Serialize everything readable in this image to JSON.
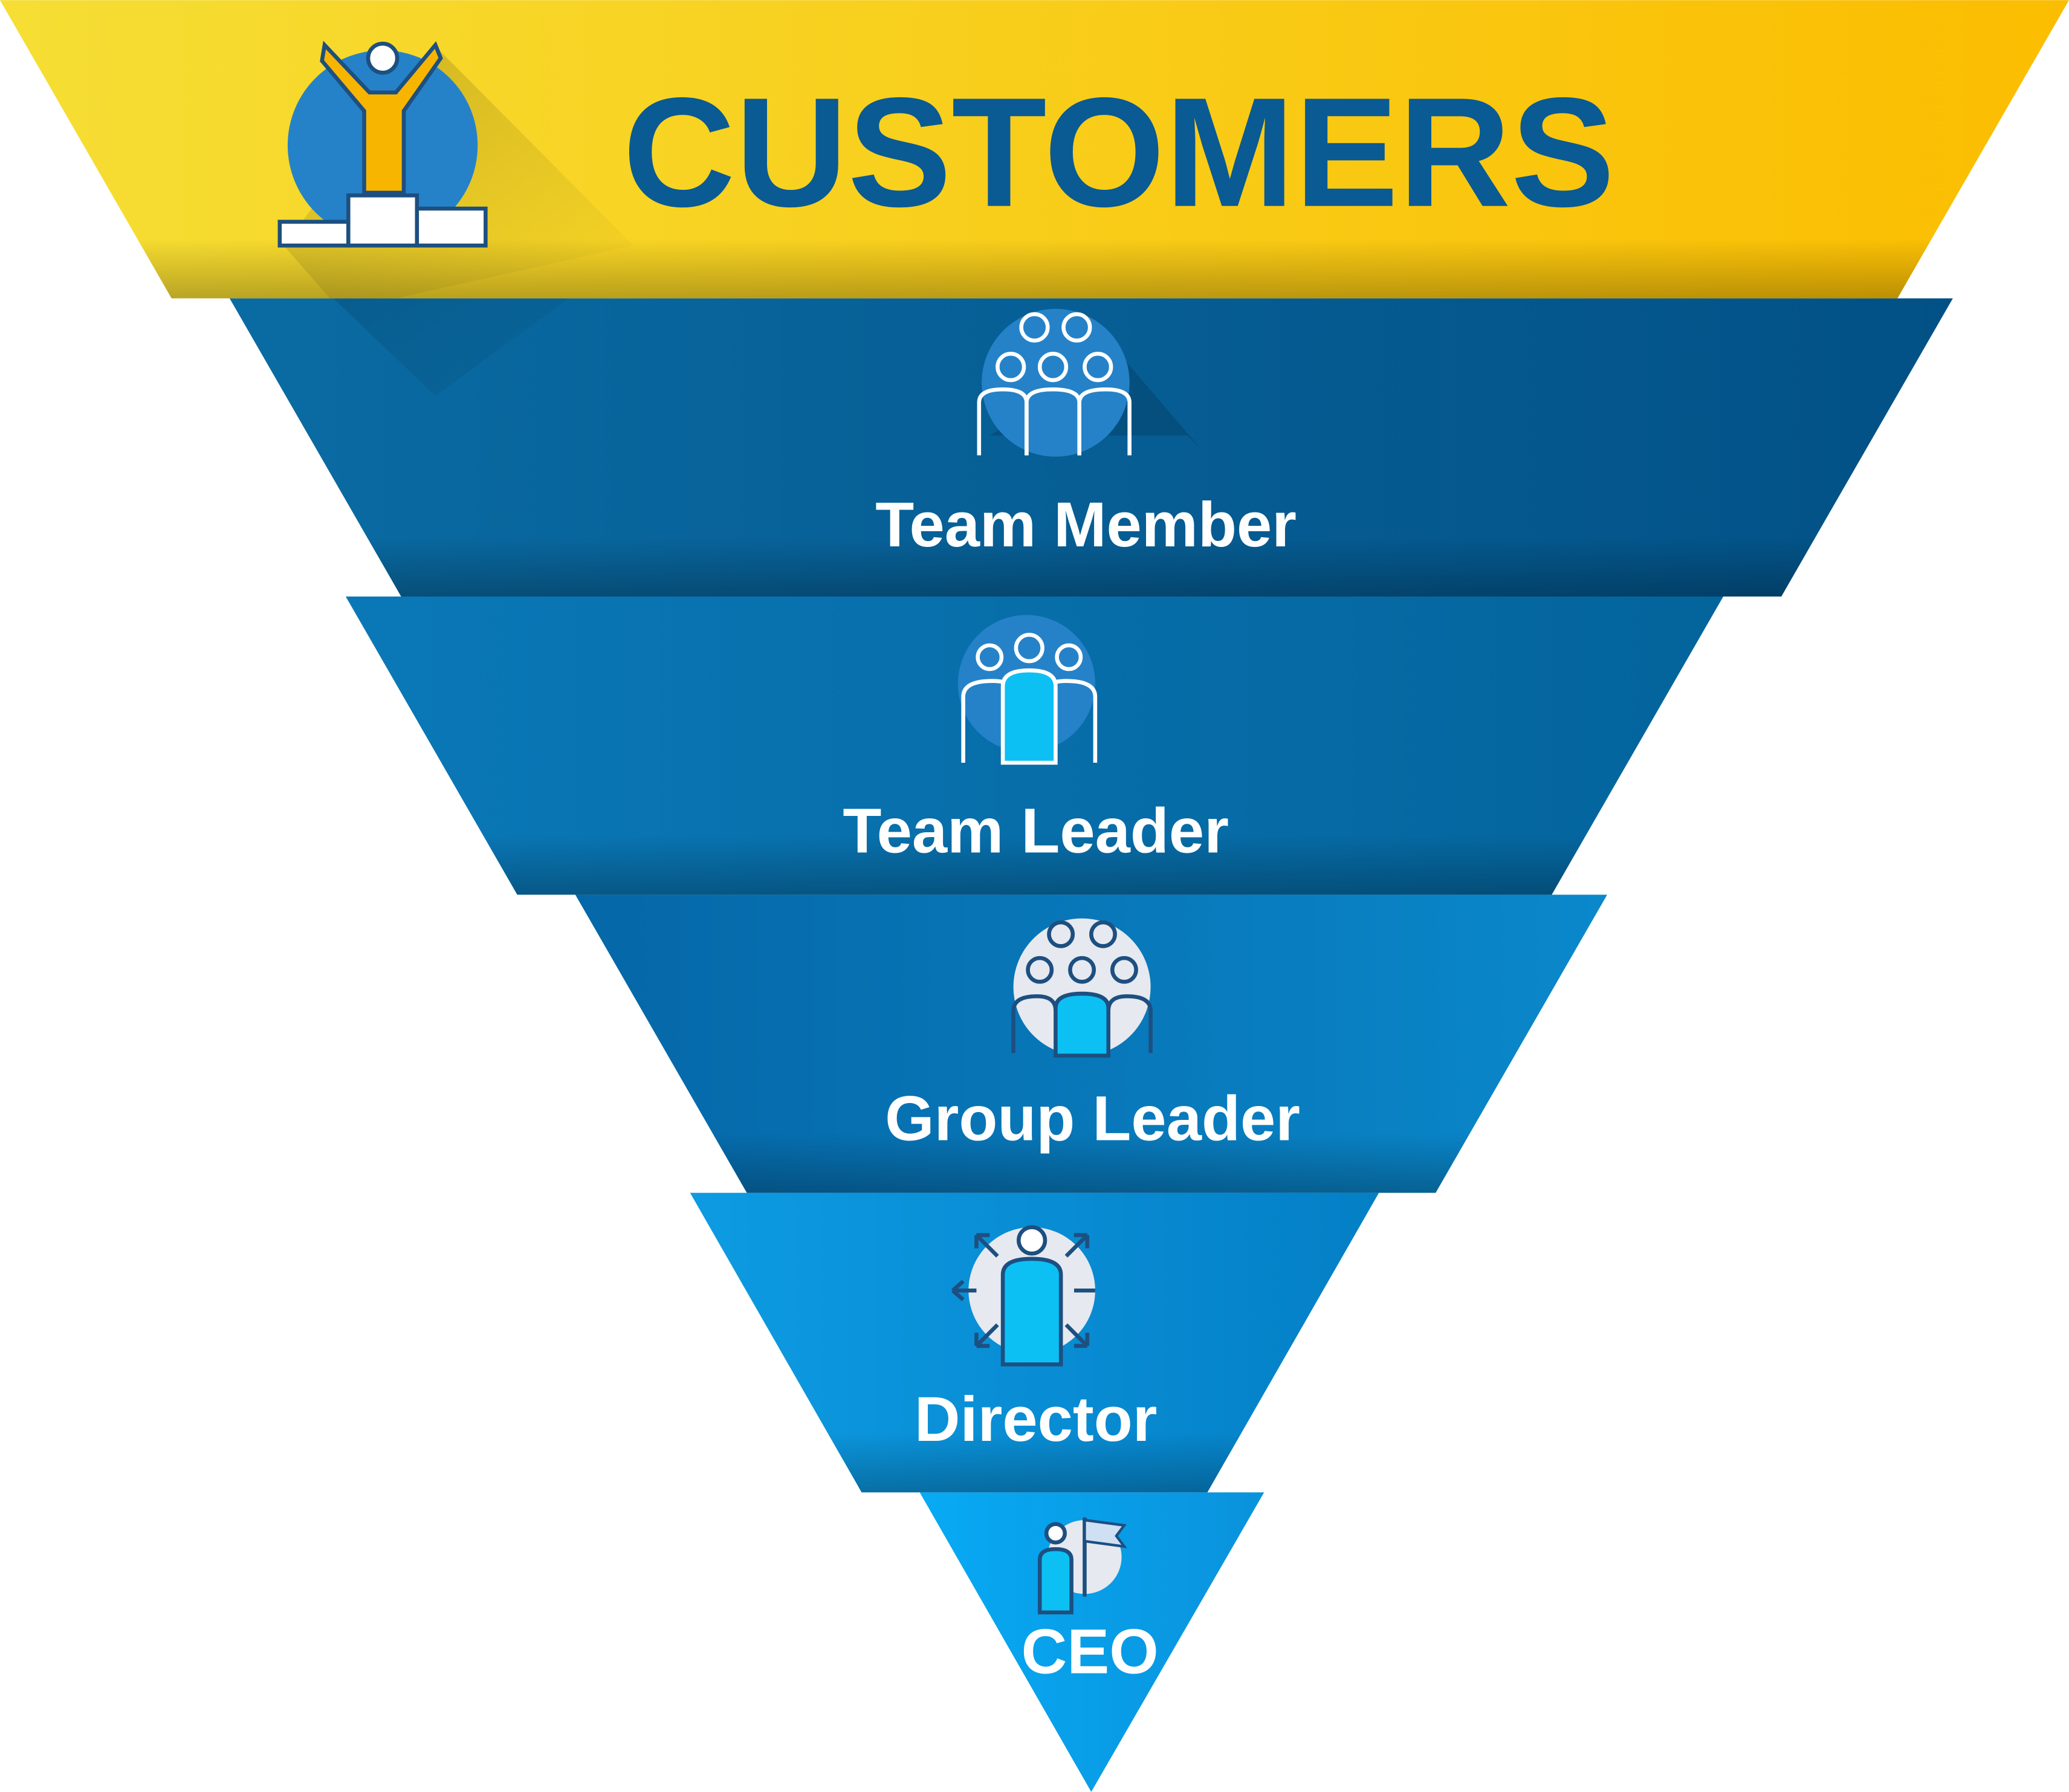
{
  "title": "CUSTOMERS",
  "levels": [
    {
      "label": "Team Member",
      "icon": "team-group-icon"
    },
    {
      "label": "Team Leader",
      "icon": "team-leader-icon"
    },
    {
      "label": "Group Leader",
      "icon": "group-leader-icon"
    },
    {
      "label": "Director",
      "icon": "director-icon"
    },
    {
      "label": "CEO",
      "icon": "ceo-flag-icon"
    }
  ],
  "colors": {
    "customers_band": "#f7d52c",
    "title_text": "#0a5a94",
    "team_member": "#04598f",
    "team_leader": "#066fab",
    "group_leader": "#0679ba",
    "director": "#0a8fd6",
    "ceo": "#0aa6ee"
  }
}
